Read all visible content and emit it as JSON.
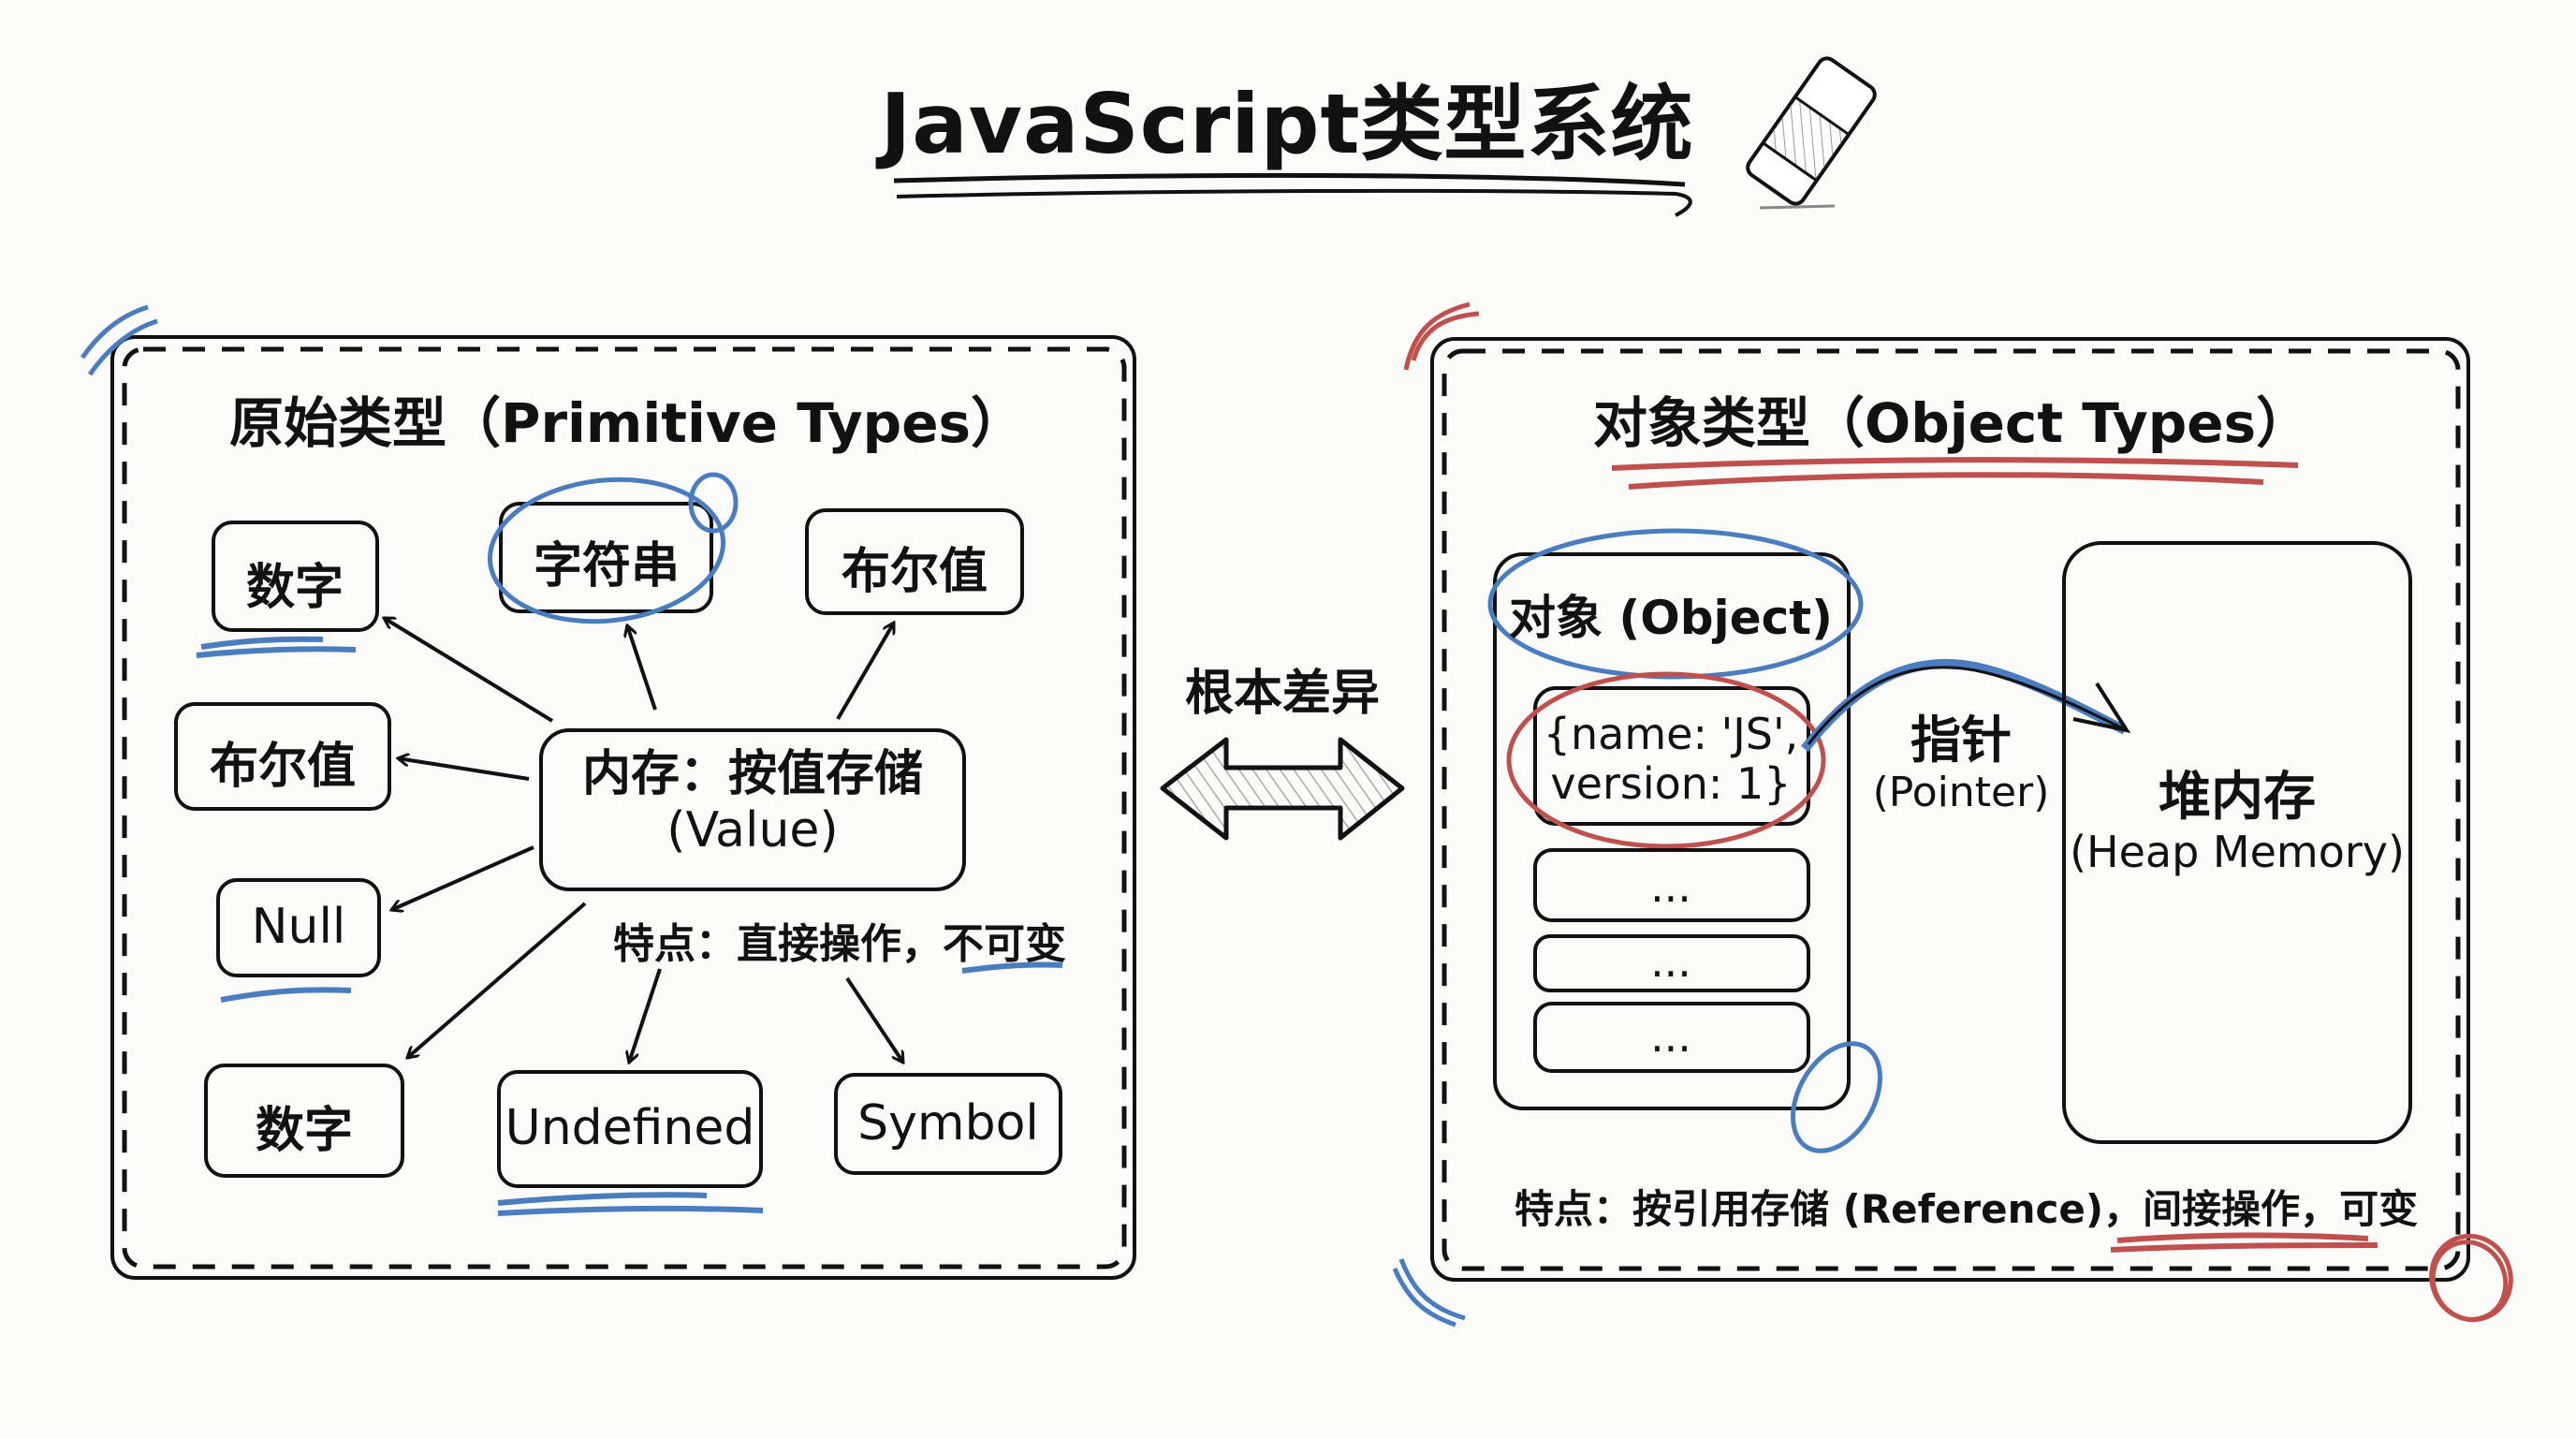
{
  "title": "JavaScript类型系统",
  "center_label": "根本差异",
  "colors": {
    "ink": "#111111",
    "accent_blue": "#4a7cc0",
    "accent_red": "#c0504d",
    "background": "#fbfbf9"
  },
  "primitive_panel": {
    "title": "原始类型（Primitive Types）",
    "hub": {
      "line1": "内存：按值存储",
      "line2": "(Value)"
    },
    "nodes": [
      {
        "label": "数字"
      },
      {
        "label": "字符串"
      },
      {
        "label": "布尔值"
      },
      {
        "label": "布尔值"
      },
      {
        "label": "Null"
      },
      {
        "label": "数字"
      },
      {
        "label": "Undefined"
      },
      {
        "label": "Symbol"
      }
    ],
    "note": "特点：直接操作，不可变"
  },
  "object_panel": {
    "title": "对象类型（Object Types）",
    "stack_header": "对象 (Object)",
    "object_literal": {
      "line1": "{name: 'JS',",
      "line2": "version: 1}"
    },
    "slots": [
      "...",
      "...",
      "..."
    ],
    "pointer": {
      "line1": "指针",
      "line2": "(Pointer)"
    },
    "heap": {
      "line1": "堆内存",
      "line2": "(Heap Memory)"
    },
    "note": "特点：按引用存储 (Reference)，间接操作，可变"
  },
  "icons": {
    "eraser": "eraser-icon",
    "double_arrow": "double-arrow-icon"
  }
}
